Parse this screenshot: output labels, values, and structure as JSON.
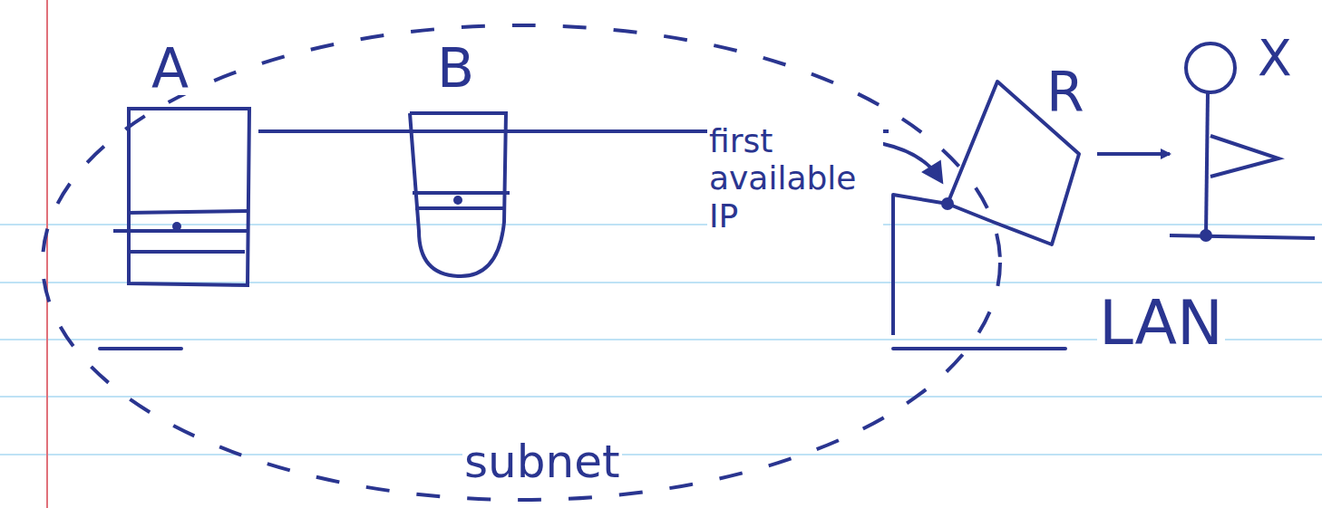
{
  "diagram": {
    "nodes": [
      {
        "text": [
          "subnet"
        ]
      },
      {
        "text": [
          "A"
        ],
        "in": 0
      },
      {
        "text": [
          "B"
        ],
        "in": 0
      },
      {
        "text": [
          "R"
        ]
      },
      {
        "text": [
          "X"
        ]
      }
    ],
    "edges": [
      {
        "from": 1,
        "to": 3,
        "arrow": "none"
      },
      {
        "from": 2,
        "to": 3,
        "arrow": "none"
      },
      {
        "from": 3,
        "to": 4,
        "arrow": "to"
      }
    ],
    "labels": [
      "first available IP",
      "LAN"
    ]
  }
}
